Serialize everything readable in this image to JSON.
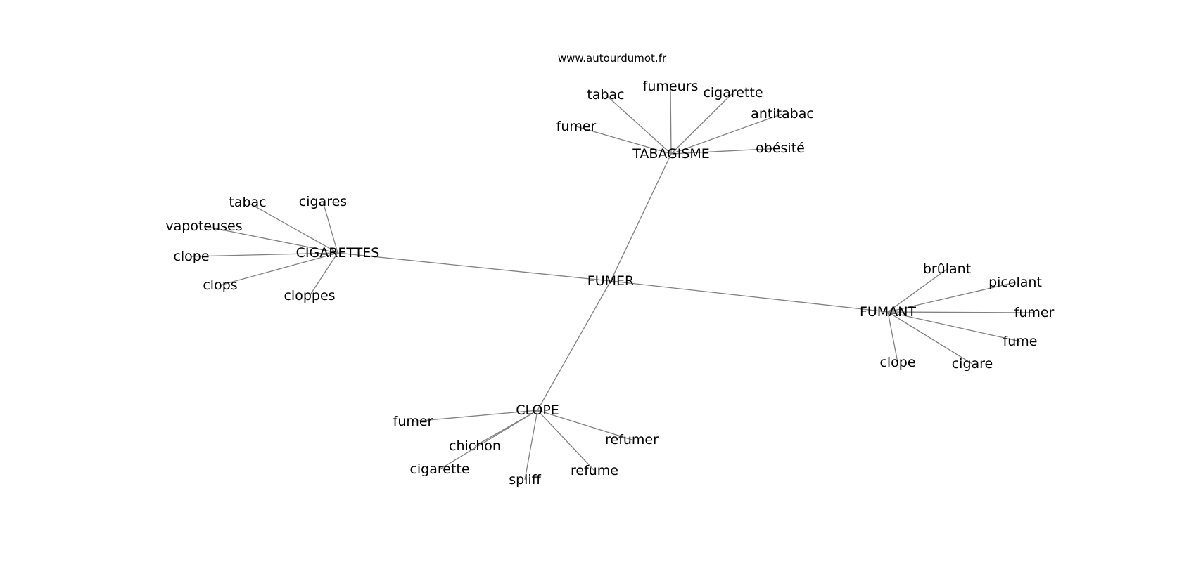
{
  "site": "www.autourdumot.fr",
  "colors": {
    "edge": "#808080",
    "text": "#000000",
    "background": "#ffffff"
  },
  "graph": {
    "nodes": [
      {
        "id": "center",
        "label": "FUMER"
      },
      {
        "id": "tabagisme",
        "label": "TABAGISME"
      },
      {
        "id": "cigarettes",
        "label": "CIGARETTES"
      },
      {
        "id": "fumant",
        "label": "FUMANT"
      },
      {
        "id": "clope_hub",
        "label": "CLOPE"
      },
      {
        "id": "t_tabac",
        "label": "tabac"
      },
      {
        "id": "t_fumeurs",
        "label": "fumeurs"
      },
      {
        "id": "t_cigarette",
        "label": "cigarette"
      },
      {
        "id": "t_antitabac",
        "label": "antitabac"
      },
      {
        "id": "t_fumer",
        "label": "fumer"
      },
      {
        "id": "t_obesite",
        "label": "obésité"
      },
      {
        "id": "c_tabac",
        "label": "tabac"
      },
      {
        "id": "c_cigares",
        "label": "cigares"
      },
      {
        "id": "c_vapoteuses",
        "label": "vapoteuses"
      },
      {
        "id": "c_clope",
        "label": "clope"
      },
      {
        "id": "c_clops",
        "label": "clops"
      },
      {
        "id": "c_cloppes",
        "label": "cloppes"
      },
      {
        "id": "f_brulant",
        "label": "brûlant"
      },
      {
        "id": "f_picolant",
        "label": "picolant"
      },
      {
        "id": "f_fumer",
        "label": "fumer"
      },
      {
        "id": "f_fume",
        "label": "fume"
      },
      {
        "id": "f_clope",
        "label": "clope"
      },
      {
        "id": "f_cigare",
        "label": "cigare"
      },
      {
        "id": "l_fumer",
        "label": "fumer"
      },
      {
        "id": "l_chichon",
        "label": "chichon"
      },
      {
        "id": "l_cigarette",
        "label": "cigarette"
      },
      {
        "id": "l_spliff",
        "label": "spliff"
      },
      {
        "id": "l_refume",
        "label": "refume"
      },
      {
        "id": "l_refumer",
        "label": "refumer"
      }
    ],
    "edges": [
      [
        "center",
        "tabagisme"
      ],
      [
        "center",
        "cigarettes"
      ],
      [
        "center",
        "fumant"
      ],
      [
        "center",
        "clope_hub"
      ],
      [
        "tabagisme",
        "t_tabac"
      ],
      [
        "tabagisme",
        "t_fumeurs"
      ],
      [
        "tabagisme",
        "t_cigarette"
      ],
      [
        "tabagisme",
        "t_antitabac"
      ],
      [
        "tabagisme",
        "t_fumer"
      ],
      [
        "tabagisme",
        "t_obesite"
      ],
      [
        "cigarettes",
        "c_tabac"
      ],
      [
        "cigarettes",
        "c_cigares"
      ],
      [
        "cigarettes",
        "c_vapoteuses"
      ],
      [
        "cigarettes",
        "c_clope"
      ],
      [
        "cigarettes",
        "c_clops"
      ],
      [
        "cigarettes",
        "c_cloppes"
      ],
      [
        "fumant",
        "f_brulant"
      ],
      [
        "fumant",
        "f_picolant"
      ],
      [
        "fumant",
        "f_fumer"
      ],
      [
        "fumant",
        "f_fume"
      ],
      [
        "fumant",
        "f_clope"
      ],
      [
        "fumant",
        "f_cigare"
      ],
      [
        "clope_hub",
        "l_fumer"
      ],
      [
        "clope_hub",
        "l_chichon"
      ],
      [
        "clope_hub",
        "l_cigarette"
      ],
      [
        "clope_hub",
        "l_spliff"
      ],
      [
        "clope_hub",
        "l_refume"
      ],
      [
        "clope_hub",
        "l_refumer"
      ]
    ]
  }
}
